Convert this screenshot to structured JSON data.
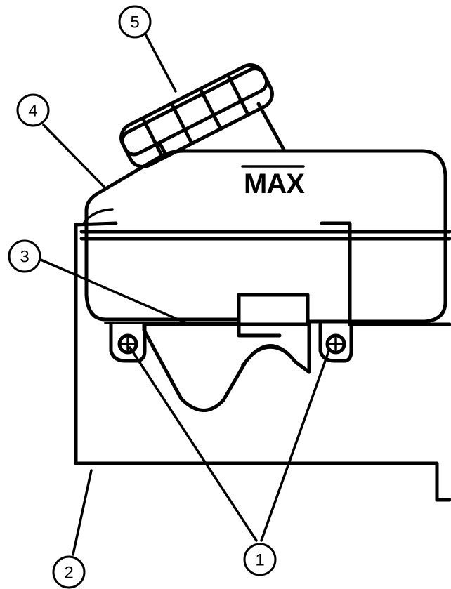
{
  "reservoir": {
    "max_label": "MAX"
  },
  "callouts": [
    {
      "label": "1"
    },
    {
      "label": "2"
    },
    {
      "label": "3"
    },
    {
      "label": "4"
    },
    {
      "label": "5"
    }
  ]
}
